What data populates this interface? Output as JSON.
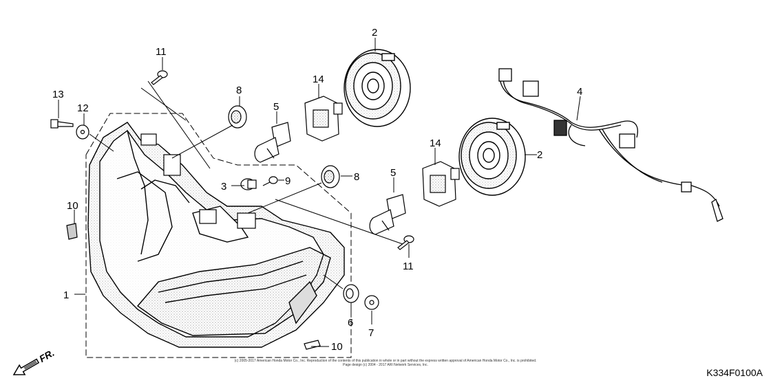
{
  "diagram": {
    "code": "K334F0100A",
    "direction_label": "FR.",
    "copyright_line1": "(c) 2005-2017 American Honda Motor Co., Inc. Reproduction of the contents of this publication in whole or in part without the express written approval of American Honda Motor Co., Inc. is prohibited.",
    "copyright_line2": "Page design (c) 2004 - 2017 ARI Network Services, Inc."
  },
  "callouts": [
    {
      "id": "1",
      "label": "1"
    },
    {
      "id": "2a",
      "label": "2"
    },
    {
      "id": "2b",
      "label": "2"
    },
    {
      "id": "3",
      "label": "3"
    },
    {
      "id": "4",
      "label": "4"
    },
    {
      "id": "5a",
      "label": "5"
    },
    {
      "id": "5b",
      "label": "5"
    },
    {
      "id": "6",
      "label": "6"
    },
    {
      "id": "7",
      "label": "7"
    },
    {
      "id": "8a",
      "label": "8"
    },
    {
      "id": "8b",
      "label": "8"
    },
    {
      "id": "9",
      "label": "9"
    },
    {
      "id": "10a",
      "label": "10"
    },
    {
      "id": "10b",
      "label": "10"
    },
    {
      "id": "11a",
      "label": "11"
    },
    {
      "id": "11b",
      "label": "11"
    },
    {
      "id": "12",
      "label": "12"
    },
    {
      "id": "13",
      "label": "13"
    },
    {
      "id": "14a",
      "label": "14"
    },
    {
      "id": "14b",
      "label": "14"
    }
  ]
}
